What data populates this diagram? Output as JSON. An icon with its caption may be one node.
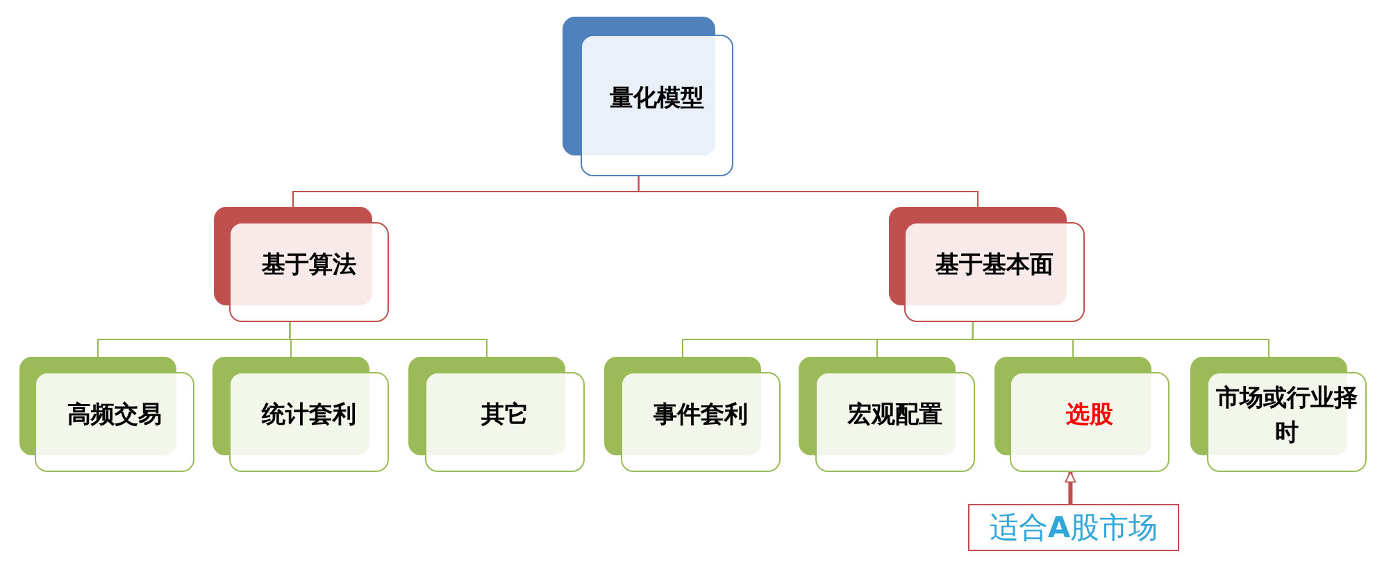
{
  "diagram": {
    "nodes": [
      {
        "text": [
          "量化模型"
        ]
      },
      {
        "text": [
          "基于算法"
        ]
      },
      {
        "text": [
          "基于基本面"
        ]
      },
      {
        "text": [
          "高频交易"
        ]
      },
      {
        "text": [
          "统计套利"
        ]
      },
      {
        "text": [
          "其它"
        ]
      },
      {
        "text": [
          "事件套利"
        ]
      },
      {
        "text": [
          "宏观配置"
        ]
      },
      {
        "text": [
          "选股"
        ]
      },
      {
        "text": [
          "市场或行业择时"
        ]
      },
      {
        "text": [
          "适合**A**股市场"
        ]
      }
    ],
    "edges": [
      {
        "from": 0,
        "to": 1,
        "arrow": "none",
        "color": "#c0504d"
      },
      {
        "from": 0,
        "to": 2,
        "arrow": "none",
        "color": "#c0504d"
      },
      {
        "from": 1,
        "to": 3,
        "arrow": "none"
      },
      {
        "from": 1,
        "to": 4,
        "arrow": "none"
      },
      {
        "from": 1,
        "to": 5,
        "arrow": "none"
      },
      {
        "from": 2,
        "to": 6,
        "arrow": "none"
      },
      {
        "from": 2,
        "to": 7,
        "arrow": "none"
      },
      {
        "from": 2,
        "to": 8,
        "arrow": "none"
      },
      {
        "from": 2,
        "to": 9,
        "arrow": "none"
      },
      {
        "from": 10,
        "to": 8,
        "arrow": "to",
        "style": "thick",
        "color": "#c0504d"
      }
    ]
  }
}
